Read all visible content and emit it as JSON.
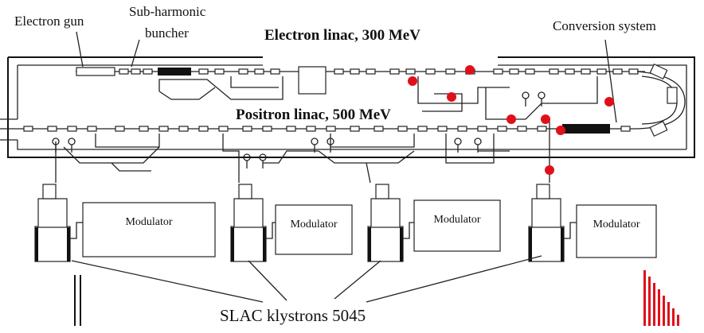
{
  "labels": {
    "electron_gun": "Electron gun",
    "sub_harmonic_line1": "Sub-harmonic",
    "sub_harmonic_line2": "buncher",
    "electron_linac": "Electron linac, 300 MeV",
    "conversion_system": "Conversion system",
    "positron_linac": "Positron linac, 500 MeV",
    "klystrons": "SLAC klystrons 5045"
  },
  "modulators": [
    "Modulator",
    "Modulator",
    "Modulator",
    "Modulator"
  ],
  "colors": {
    "line": "#222222",
    "marker": "#e0101a",
    "logo": "#e0101a",
    "background": "#ffffff"
  },
  "icons": [
    "red-dot-marker",
    "klystron-icon",
    "waveguide-icon",
    "logo-bars-icon"
  ]
}
